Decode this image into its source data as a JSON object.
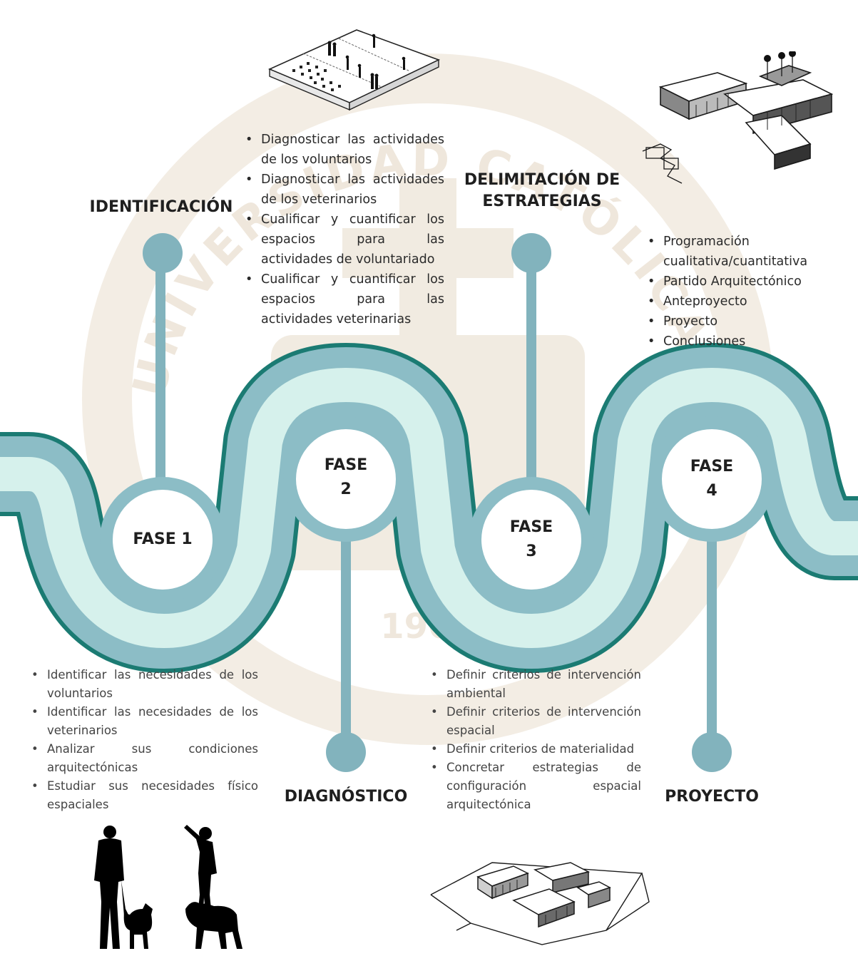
{
  "watermark": {
    "top": "UNIVERSIDAD CATÓLICA DE SANTA MARÍA",
    "year": "1961"
  },
  "colors": {
    "dark_teal": "#1b7b73",
    "mid_teal": "#8cbdc6",
    "light_mint": "#d6f1ec",
    "stem": "#82b3bd",
    "watermark": "#efe7dc"
  },
  "headings": {
    "identificacion": "IDENTIFICACIÓN",
    "delimitacion_line1": "DELIMITACIÓN DE",
    "delimitacion_line2": "ESTRATEGIAS",
    "diagnostico": "DIAGNÓSTICO",
    "proyecto": "PROYECTO"
  },
  "phases": [
    {
      "line1": "FASE 1",
      "line2": ""
    },
    {
      "line1": "FASE",
      "line2": "2"
    },
    {
      "line1": "FASE",
      "line2": "3"
    },
    {
      "line1": "FASE",
      "line2": "4"
    }
  ],
  "lists": {
    "fase1": [
      "Identificar las necesidades de los voluntarios",
      "Identificar las necesidades de los veterinarios",
      "Analizar sus condiciones arquitectónicas",
      "Estudiar sus necesidades físico espaciales"
    ],
    "fase2": [
      "Diagnosticar las actividades de los voluntarios",
      "Diagnosticar las actividades de los veterinarios",
      "Cualificar y cuantificar los espacios para las actividades de voluntariado",
      "Cualificar y cuantificar los espacios para las actividades veterinarias"
    ],
    "fase3": [
      "Definir criterios de intervención ambiental",
      "Definir criterios de intervención espacial",
      "Definir criterios de materialidad",
      "Concretar estrategias de configuración espacial arquitectónica"
    ],
    "fase4": [
      "Programación cualitativa/cuantitativa",
      "Partido Arquitectónico",
      "Anteproyecto",
      "Proyecto",
      "Conclusiones"
    ]
  },
  "illustrations": [
    {
      "icon": "isometric-plan-people-sketch"
    },
    {
      "icon": "architectural-perspective-sketch"
    },
    {
      "icon": "volunteer-dog-silhouettes"
    },
    {
      "icon": "site-volumes-sketch"
    }
  ]
}
